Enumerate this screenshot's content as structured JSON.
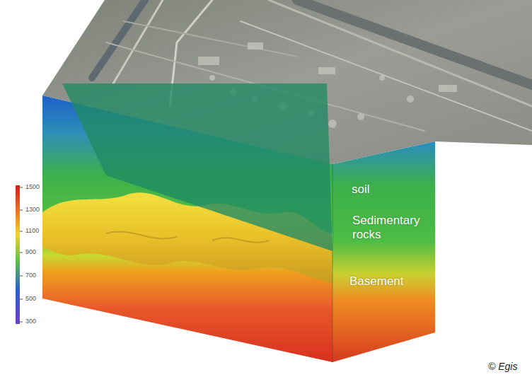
{
  "diagram": {
    "labels": [
      "1500",
      "1300",
      "1100",
      "900",
      "700",
      "500",
      "300",
      "soil",
      "Sedimentary rocks",
      "Basement",
      "© Egis"
    ]
  }
}
